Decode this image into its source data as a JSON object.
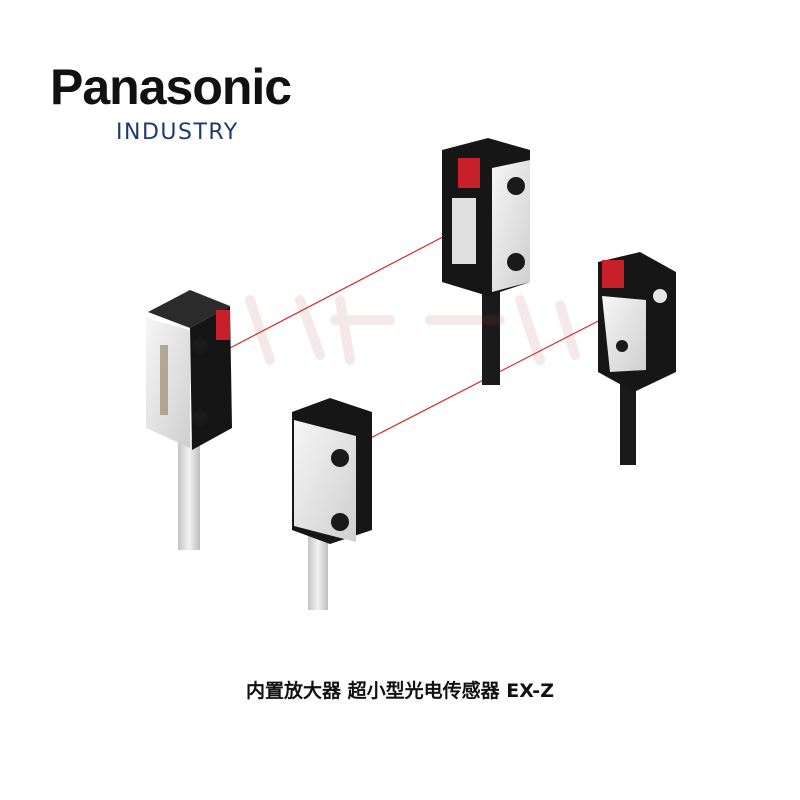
{
  "brand": {
    "logo_text": "Panasonic",
    "sub_text": "INDUSTRY"
  },
  "product": {
    "caption": "内置放大器 超小型光电传感器 EX-Z"
  },
  "colors": {
    "brand_blue": "#1d3a72",
    "sensor_body": "#1a1a1a",
    "sensor_plate": "#e8e8e8",
    "laser_red": "#d42a2a",
    "cable": "#d9d9d9",
    "connector_red": "#c8202a"
  }
}
